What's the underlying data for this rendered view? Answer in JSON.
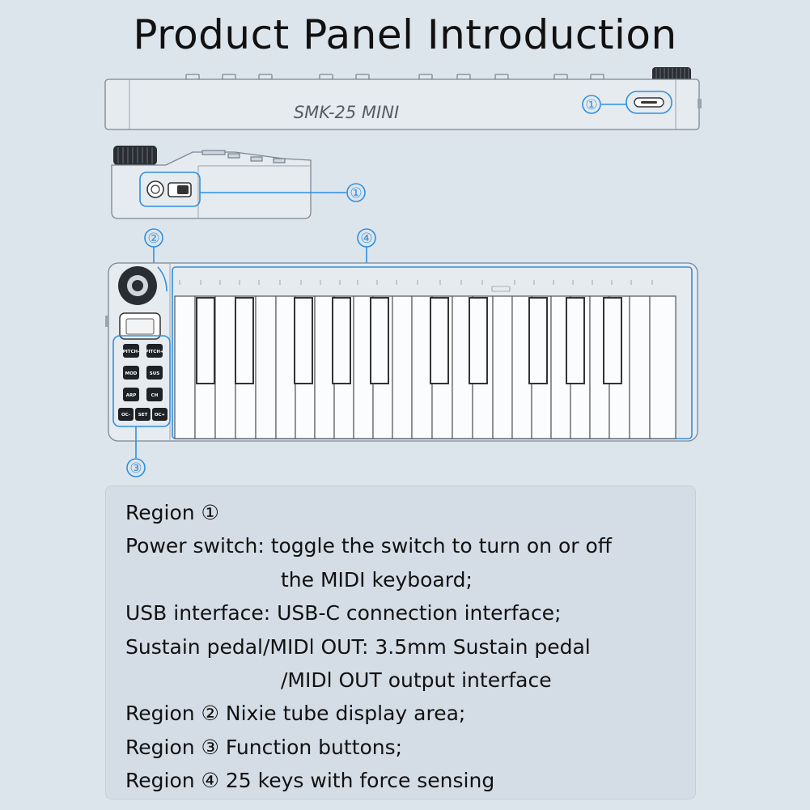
{
  "title": "Product Panel Introduction",
  "model_label": "SMK-25 MINI",
  "markers": {
    "m1": "①",
    "m2": "②",
    "m3": "③",
    "m4": "④"
  },
  "buttons": {
    "pitch_down": "PITCH-",
    "pitch_up": "PITCH+",
    "mod": "MOD",
    "sus": "SUS",
    "arp": "ARP",
    "chord": "CH",
    "oct_down": "OC-",
    "set": "SET",
    "oct_up": "OC+"
  },
  "description": [
    "Region ①",
    "Power switch: toggle the switch to turn on or off",
    "the MIDI keyboard;",
    "USB interface: USB-C connection interface;",
    "Sustain pedal/MIDl OUT: 3.5mm Sustain pedal",
    "/MIDl OUT output interface",
    "Region ② Nixie tube display area;",
    "Region ③ Function buttons;",
    "Region ④ 25 keys with force sensing"
  ],
  "colors": {
    "background": "#dde5ec",
    "callout": "#2f8fe0",
    "panel": "#d4dde6",
    "button": "#1e2227"
  }
}
